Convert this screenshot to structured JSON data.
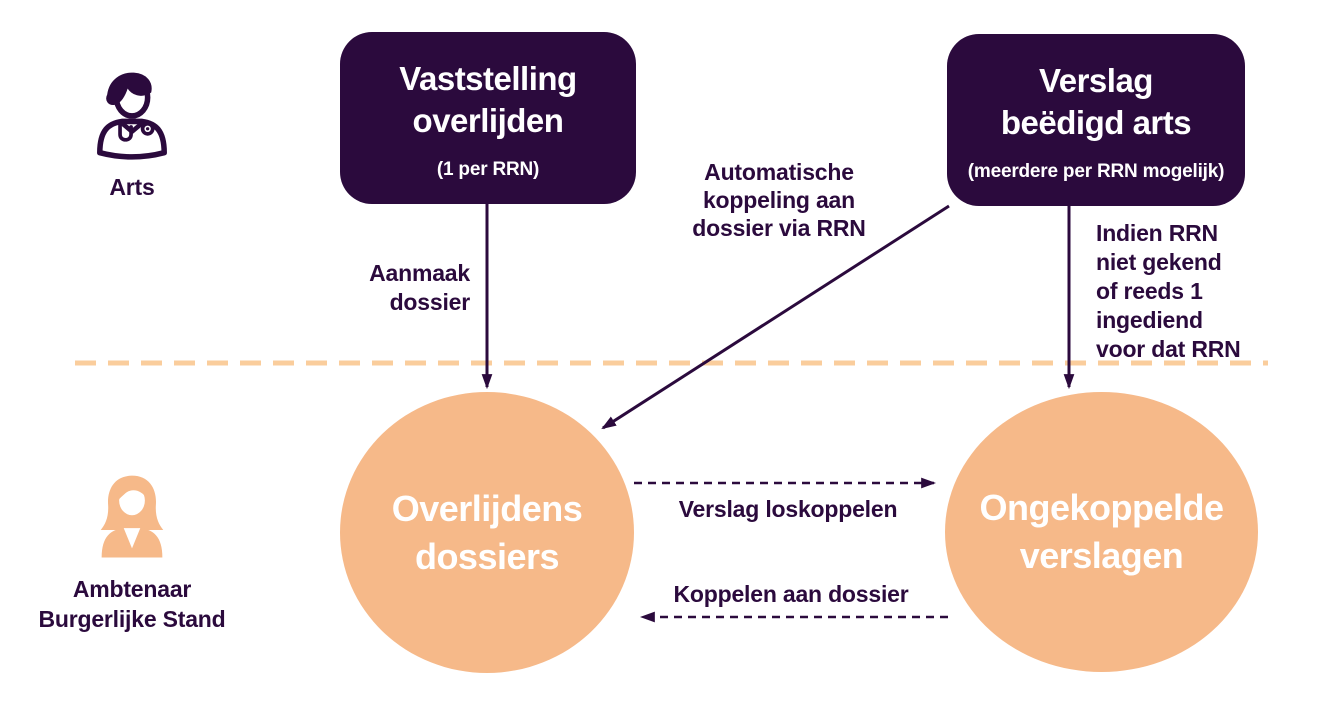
{
  "colors": {
    "dark_purple": "#2B0A3D",
    "circle_orange": "#F6B989",
    "divider_orange": "#FACD9C",
    "text_on_dark": "#FFFFFF"
  },
  "actors": {
    "arts": {
      "label": "Arts",
      "icon": "doctor-icon"
    },
    "ambtenaar": {
      "lines": [
        "Ambtenaar",
        "Burgerlijke Stand"
      ],
      "icon": "civil-servant-icon"
    }
  },
  "boxes": {
    "vaststelling": {
      "title_lines": [
        "Vaststelling",
        "overlijden"
      ],
      "subtitle": "(1 per RRN)"
    },
    "verslag": {
      "title_lines": [
        "Verslag",
        "beëdigd arts"
      ],
      "subtitle": "(meerdere per RRN mogelijk)"
    }
  },
  "circles": {
    "dossiers": {
      "lines": [
        "Overlijdens",
        "dossiers"
      ]
    },
    "verslagen": {
      "lines": [
        "Ongekoppelde",
        "verslagen"
      ]
    }
  },
  "annotations": {
    "aanmaak": {
      "lines": [
        "Aanmaak",
        "dossier"
      ]
    },
    "automatisch": {
      "lines": [
        "Automatische",
        "koppeling aan",
        "dossier via RRN"
      ]
    },
    "indien": {
      "lines": [
        "Indien RRN",
        "niet gekend",
        "of reeds 1",
        "ingediend",
        "voor dat RRN"
      ]
    },
    "loskoppelen": "Verslag loskoppelen",
    "koppelen": "Koppelen aan dossier"
  }
}
